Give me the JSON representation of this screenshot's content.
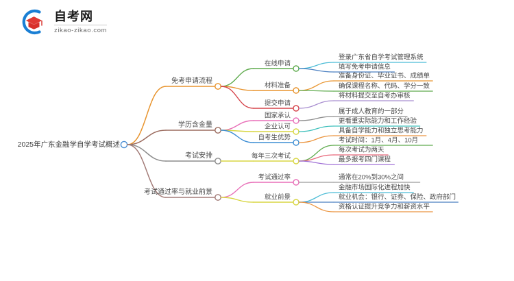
{
  "logo": {
    "title": "自考网",
    "subtitle": "zikao-zikao.com",
    "mark_name": "graduation-cap-logo",
    "arc_color": "#1a7fd4",
    "cap_color": "#d8312a"
  },
  "mindmap": {
    "type": "mindmap",
    "root": {
      "label": "2025年广东金融学自学考试概述",
      "color": "#4b8fd4"
    },
    "branches": [
      {
        "label": "免考申请流程",
        "color": "#e8942e",
        "node_color": "#e8942e",
        "children": [
          {
            "label": "在线申请",
            "color": "#5fab4e",
            "node_color": "#5fab4e",
            "leaves": [
              {
                "label": "登录广东省自学考试管理系统",
                "color": "#4bbcd6"
              },
              {
                "label": "填写免考申请信息",
                "color": "#4a7fc1"
              }
            ]
          },
          {
            "label": "材料准备",
            "color": "#e8942e",
            "node_color": "#e8942e",
            "leaves": [
              {
                "label": "准备身份证、毕业证书、成绩单",
                "color": "#e8942e"
              },
              {
                "label": "确保课程名称、代码、学分一致",
                "color": "#5fab4e"
              }
            ]
          },
          {
            "label": "提交申请",
            "color": "#d6434a",
            "node_color": "#d6434a",
            "leaves": [
              {
                "label": "将材料提交至自考办审核",
                "color": "#a98fd0"
              }
            ]
          }
        ]
      },
      {
        "label": "学历含金量",
        "color": "#9b6b5e",
        "node_color": "#9b6b5e",
        "children": [
          {
            "label": "国家承认",
            "color": "#e86fb8",
            "node_color": "#e86fb8",
            "leaves": [
              {
                "label": "属于成人教育的一部分",
                "color": "#8c8c8c"
              }
            ]
          },
          {
            "label": "企业认可",
            "color": "#d8d642",
            "node_color": "#d8d642",
            "leaves": [
              {
                "label": "更看重实际能力和工作经验",
                "color": "#3fc0bc"
              }
            ]
          },
          {
            "label": "自考生优势",
            "color": "#3d8ed4",
            "node_color": "#3d8ed4",
            "leaves": [
              {
                "label": "具备自学能力和独立思考能力",
                "color": "#eb9540"
              }
            ]
          }
        ]
      },
      {
        "label": "考试安排",
        "color": "#8c8c8c",
        "node_color": "#8c8c8c",
        "children": [
          {
            "label": "每年三次考试",
            "color": "#d8d642",
            "node_color": "#d8d642",
            "leaves": [
              {
                "label": "考试时间：1月、4月、10月",
                "color": "#5fab4e"
              },
              {
                "label": "每次考试为两天",
                "color": "#e8677a"
              },
              {
                "label": "最多报考四门课程",
                "color": "#a070d6"
              }
            ]
          }
        ]
      },
      {
        "label": "考试通过率与就业前景",
        "color": "#a37c78",
        "node_color": "#a37c78",
        "children": [
          {
            "label": "考试通过率",
            "color": "#e86fb8",
            "node_color": "#e86fb8",
            "leaves": [
              {
                "label": "通常在20%到30%之间",
                "color": "#9a9a9a"
              }
            ]
          },
          {
            "label": "就业前景",
            "color": "#d8d642",
            "node_color": "#d8d642",
            "leaves": [
              {
                "label": "金融市场国际化进程加快",
                "color": "#4bbcd6"
              },
              {
                "label": "就业机会：银行、证券、保险、政府部门",
                "color": "#4a7fc1"
              },
              {
                "label": "资格认证提升竞争力和薪资水平",
                "color": "#eb9540"
              }
            ]
          }
        ]
      }
    ]
  }
}
